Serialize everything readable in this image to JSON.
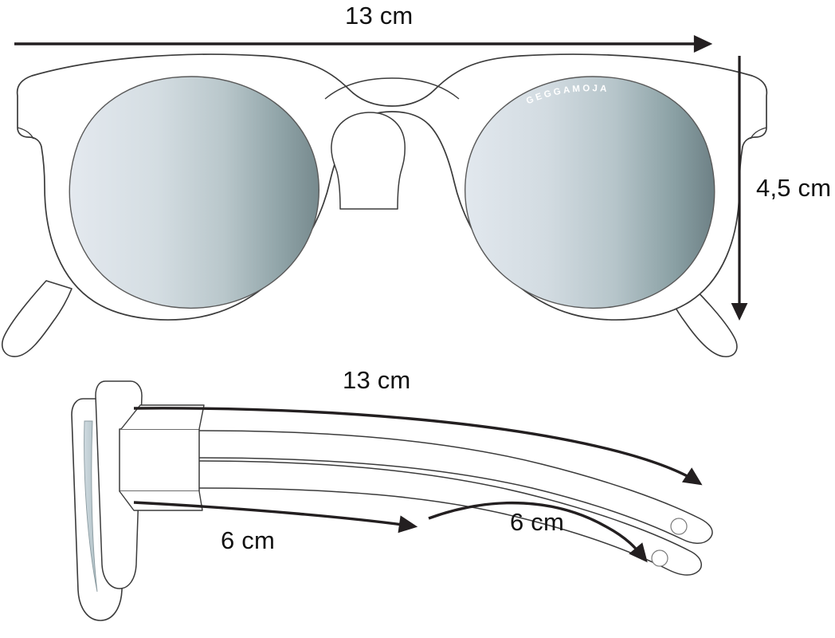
{
  "product": {
    "type": "sunglasses-size-diagram",
    "brand_logo_text": "GEGGAMOJA"
  },
  "front_view": {
    "name": "front-view",
    "width_label": "13 cm",
    "height_label": "4,5 cm"
  },
  "side_view": {
    "name": "side-view",
    "total_length_label": "13 cm",
    "front_segment_label": "6 cm",
    "rear_segment_label": "6 cm"
  },
  "colors": {
    "outline": "#3b3b3b",
    "arrow": "#231f20",
    "lens_light": "#dfe5ec",
    "lens_mid": "#c3ced4",
    "lens_dark": "#6d8085",
    "frame_fill": "#ffffff",
    "text": "#111111",
    "background": "#ffffff"
  },
  "measurements": {
    "front_width_cm": 13,
    "front_height_cm": 4.5,
    "temple_total_cm": 13,
    "temple_front_cm": 6,
    "temple_rear_cm": 6
  }
}
